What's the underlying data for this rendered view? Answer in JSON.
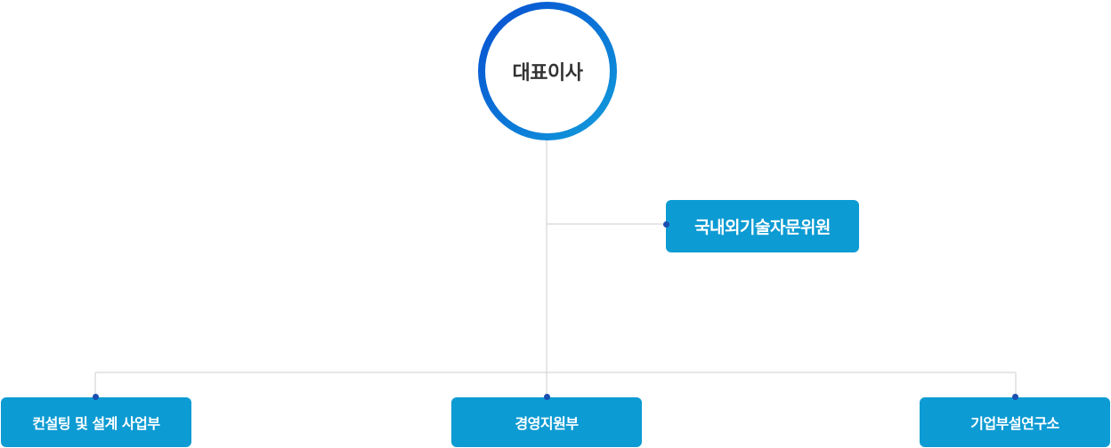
{
  "org_chart": {
    "ceo": {
      "label": "대표이사"
    },
    "advisory": {
      "label": "국내외기술자문위원"
    },
    "departments": [
      {
        "label": "컨설팅 및 설계 사업부"
      },
      {
        "label": "경영지원부"
      },
      {
        "label": "기업부설연구소"
      }
    ]
  },
  "colors": {
    "box": "#0d9bd3",
    "ring_start": "#0a4fd1",
    "ring_end": "#129fdb",
    "connector": "#dddddd",
    "dot": "#1a4fb0"
  }
}
